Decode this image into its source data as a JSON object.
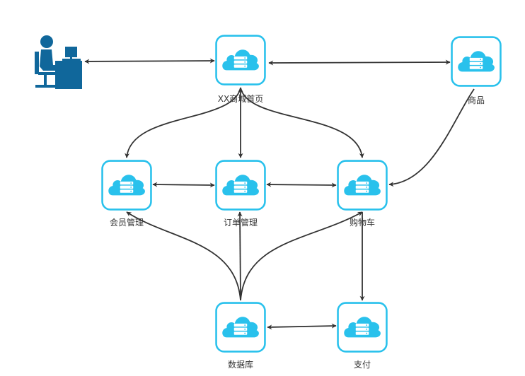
{
  "colors": {
    "node_border": "#29c1ec",
    "node_fill": "#ffffff",
    "cloud": "#29c1ec",
    "server_stripe": "#ffffff",
    "edge": "#333333",
    "user_icon": "#10679b",
    "label_text": "#333333"
  },
  "user": {
    "icon": "user-at-computer-icon"
  },
  "nodes": {
    "home": {
      "label": "XX商城首页",
      "icon": "cloud-server-icon"
    },
    "goods": {
      "label": "商品",
      "icon": "cloud-server-icon"
    },
    "member": {
      "label": "会员管理",
      "icon": "cloud-server-icon"
    },
    "order": {
      "label": "订单管理",
      "icon": "cloud-server-icon"
    },
    "cart": {
      "label": "购物车",
      "icon": "cloud-server-icon"
    },
    "db": {
      "label": "数据库",
      "icon": "cloud-server-icon"
    },
    "pay": {
      "label": "支付",
      "icon": "cloud-server-icon"
    }
  },
  "edges": [
    {
      "from": "user",
      "to": "home",
      "direction": "both"
    },
    {
      "from": "home",
      "to": "goods",
      "direction": "both"
    },
    {
      "from": "home",
      "to": "member",
      "direction": "forward"
    },
    {
      "from": "home",
      "to": "order",
      "direction": "both"
    },
    {
      "from": "home",
      "to": "cart",
      "direction": "forward"
    },
    {
      "from": "goods",
      "to": "cart",
      "direction": "forward"
    },
    {
      "from": "member",
      "to": "order",
      "direction": "both"
    },
    {
      "from": "order",
      "to": "cart",
      "direction": "both"
    },
    {
      "from": "db",
      "to": "member",
      "direction": "forward"
    },
    {
      "from": "db",
      "to": "order",
      "direction": "forward"
    },
    {
      "from": "db",
      "to": "cart",
      "direction": "forward"
    },
    {
      "from": "cart",
      "to": "pay",
      "direction": "forward"
    },
    {
      "from": "db",
      "to": "pay",
      "direction": "both"
    }
  ]
}
